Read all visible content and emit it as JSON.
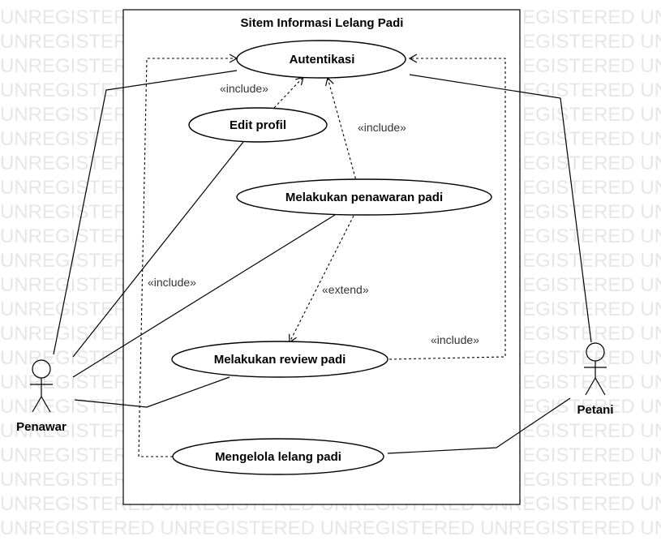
{
  "watermark": "UNREGISTERED",
  "system": {
    "title": "Sitem Informasi Lelang Padi"
  },
  "use_cases": {
    "autentikasi": "Autentikasi",
    "edit_profil": "Edit profil",
    "penawaran": "Melakukan penawaran padi",
    "review": "Melakukan review padi",
    "mengelola": "Mengelola lelang padi"
  },
  "actors": {
    "penawar": "Penawar",
    "petani": "Petani"
  },
  "relations": {
    "include_edit": "«include»",
    "include_penawaran": "«include»",
    "include_left": "«include»",
    "extend": "«extend»",
    "include_right": "«include»"
  }
}
